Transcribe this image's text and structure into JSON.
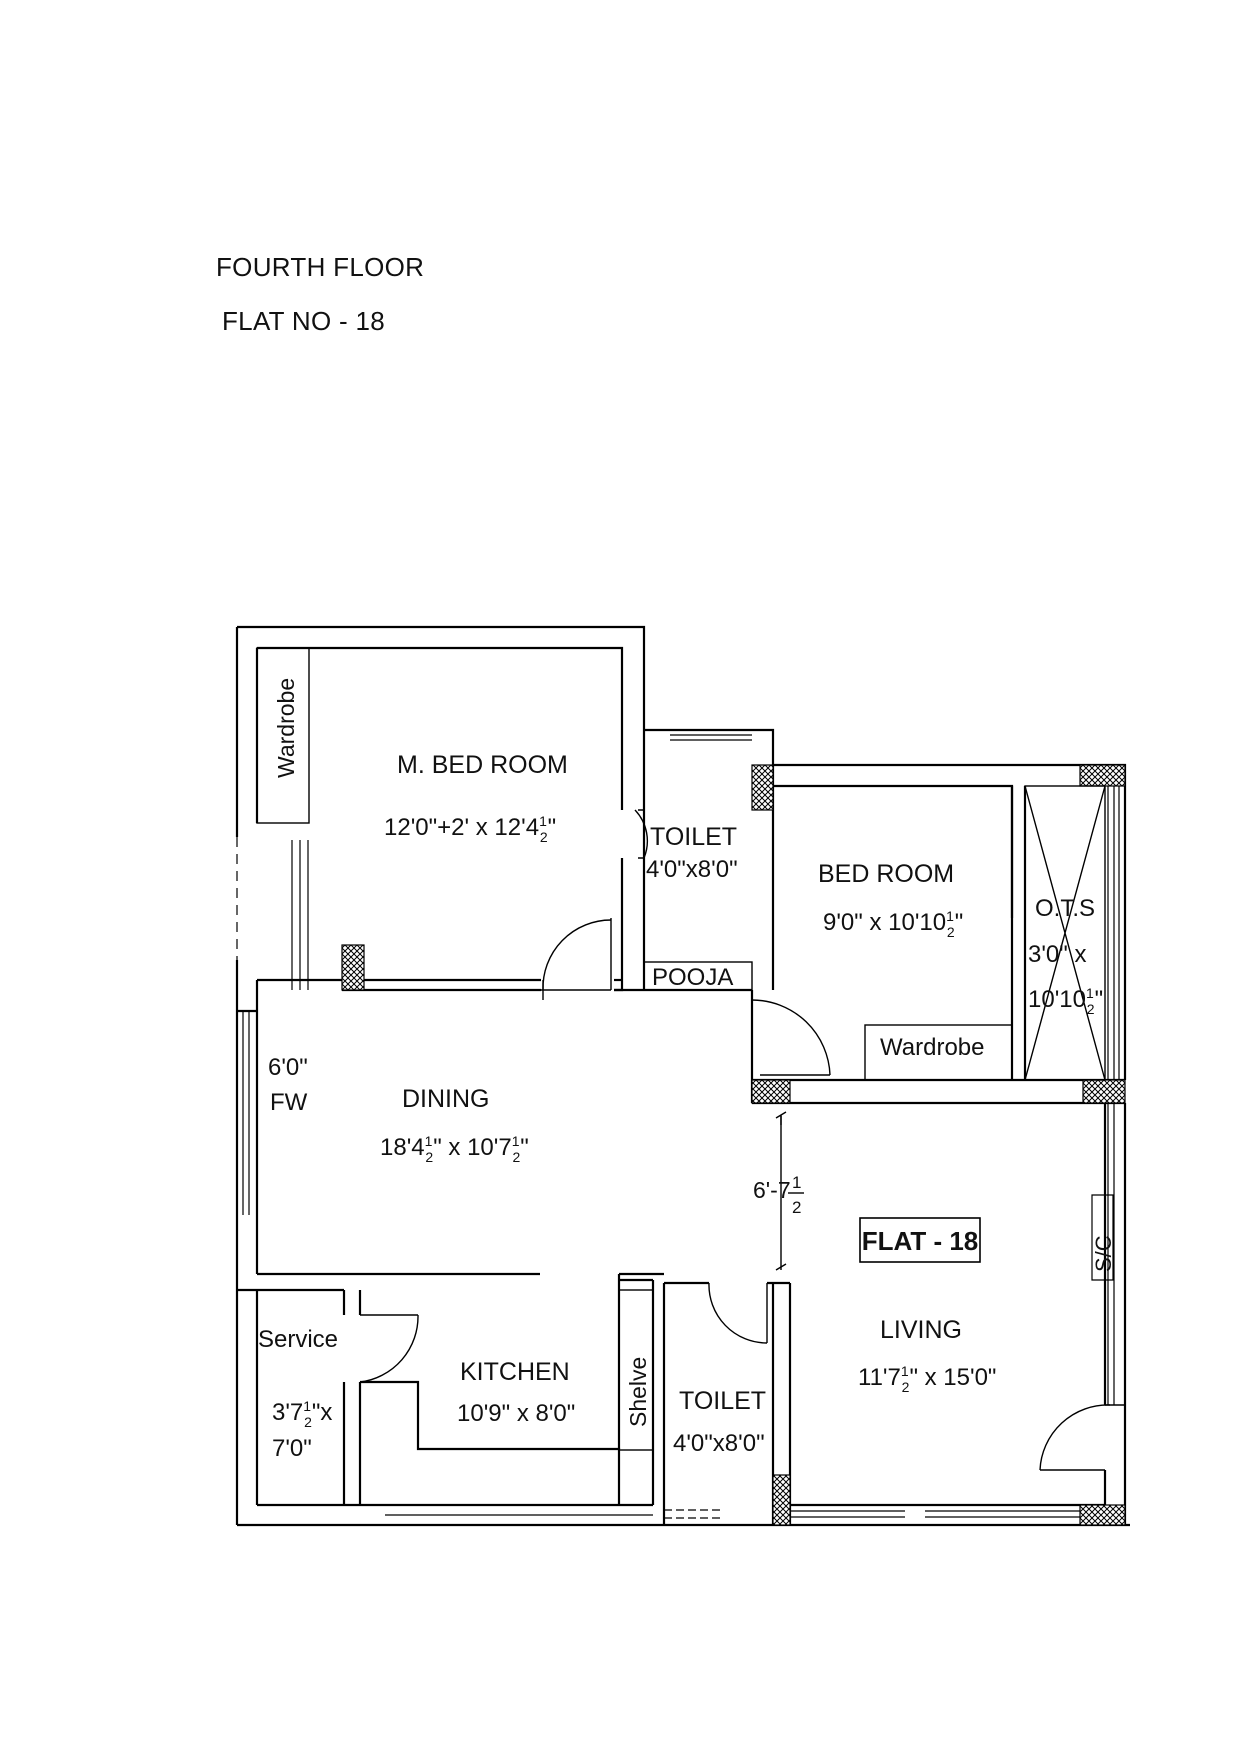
{
  "header": {
    "floor": "FOURTH FLOOR",
    "flat_no": "FLAT NO - 18"
  },
  "plan": {
    "flat_tag": "FLAT - 18",
    "rooms": {
      "master_bedroom": {
        "name": "M. BED ROOM",
        "size_a": "12'0\"+2' x 12'4",
        "size_b": "\""
      },
      "wardrobe_master": {
        "name": "Wardrobe"
      },
      "toilet_top": {
        "name": "TOILET",
        "size": "4'0\"x8'0\""
      },
      "pooja": {
        "name": "POOJA"
      },
      "bedroom": {
        "name": "BED ROOM",
        "size_a": "9'0\" x 10'10",
        "size_b": "\""
      },
      "ots": {
        "name": "O.T.S",
        "size_line1": "3'0\" x",
        "size_line2_a": "10'10",
        "size_line2_b": "\""
      },
      "wardrobe_bed": {
        "name": "Wardrobe"
      },
      "dining": {
        "name": "DINING",
        "size_a": "18'4",
        "size_b": "\" x 10'7",
        "size_c": "\""
      },
      "fw": {
        "line1": "6'0\"",
        "line2": "FW"
      },
      "passage": {
        "dim_a": "6'-7"
      },
      "service": {
        "name": "Service",
        "size_line1_a": "3'7",
        "size_line1_b": "\"x",
        "size_line2": "7'0\""
      },
      "kitchen": {
        "name": "KITCHEN",
        "size": "10'9\" x 8'0\""
      },
      "shelve": {
        "name": "Shelve"
      },
      "toilet_bottom": {
        "name": "TOILET",
        "size": "4'0\"x8'0\""
      },
      "living": {
        "name": "LIVING",
        "size_a": "11'7",
        "size_b": "\" x 15'0\""
      },
      "sc": {
        "name": "S/C"
      }
    },
    "fraction": {
      "num": "1",
      "den": "2"
    }
  }
}
